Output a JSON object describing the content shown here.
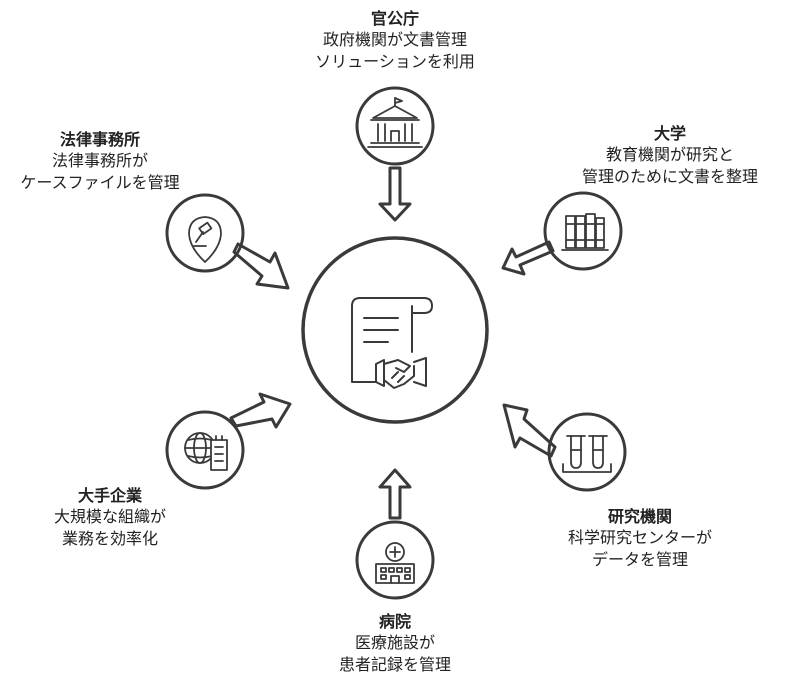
{
  "colors": {
    "stroke": "#3a3a3a",
    "highlight": "#c6e3b1",
    "background": "#ffffff"
  },
  "center": {
    "icon": "document-handshake-icon"
  },
  "nodes": {
    "government": {
      "title": "官公庁",
      "line1": "政府機関が文書管理",
      "line2": "ソリューションを利用",
      "icon": "government-building-icon"
    },
    "university": {
      "title": "大学",
      "line1": "教育機関が研究と",
      "line2": "管理のために文書を整理",
      "icon": "books-icon"
    },
    "research": {
      "title": "研究機関",
      "line1": "科学研究センターが",
      "line2": "データを管理",
      "icon": "test-tubes-icon"
    },
    "hospital": {
      "title": "病院",
      "line1": "医療施設が",
      "line2": "患者記録を管理",
      "icon": "hospital-icon"
    },
    "enterprise": {
      "title": "大手企業",
      "line1": "大規模な組織が",
      "line2": "業務を効率化",
      "icon": "globe-office-icon"
    },
    "law": {
      "title": "法律事務所",
      "line1": "法律事務所が",
      "line2": "ケースファイルを管理",
      "icon": "gavel-pin-icon"
    }
  }
}
